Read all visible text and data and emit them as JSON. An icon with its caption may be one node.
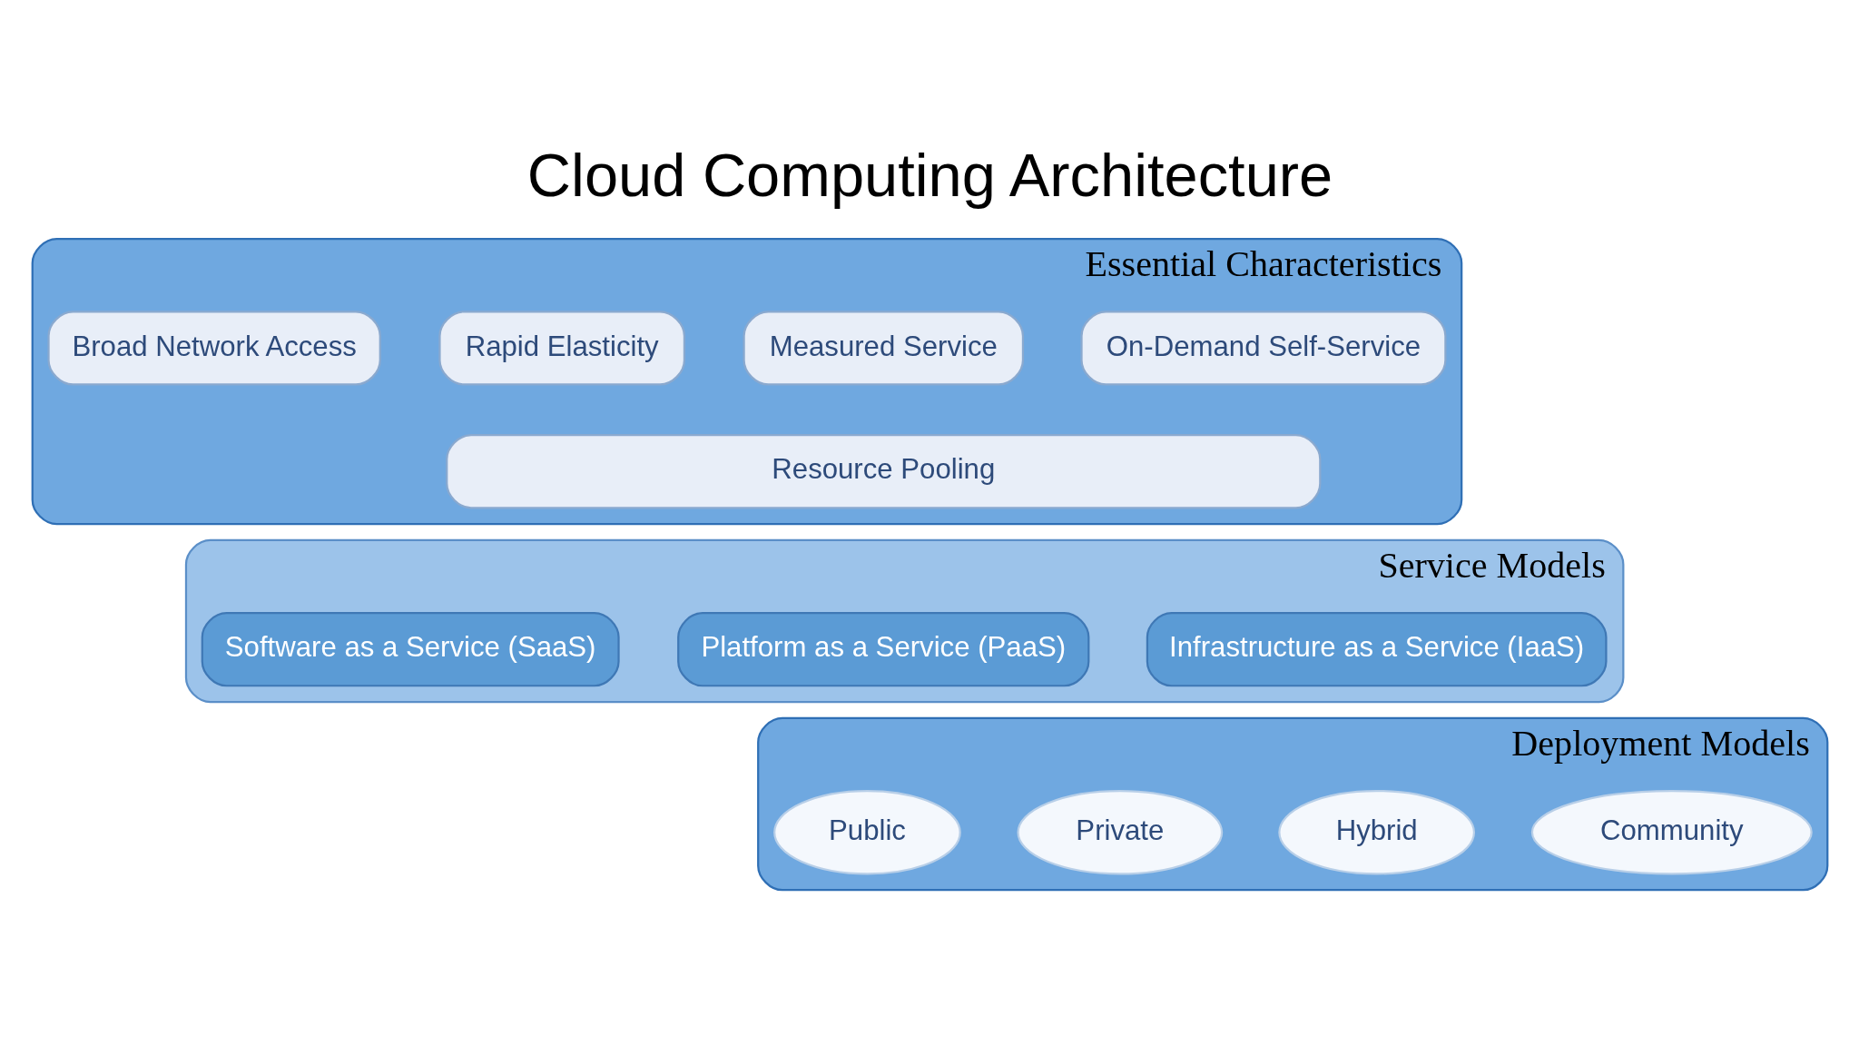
{
  "diagram": {
    "title": "Cloud Computing Architecture",
    "nodes": [
      {
        "text": [
          "Essential Characteristics"
        ]
      },
      {
        "text": [
          "Broad Network Access"
        ],
        "in": 0
      },
      {
        "text": [
          "Rapid Elasticity"
        ],
        "in": 0
      },
      {
        "text": [
          "Measured Service"
        ],
        "in": 0
      },
      {
        "text": [
          "On-Demand Self-Service"
        ],
        "in": 0
      },
      {
        "text": [
          "Resource Pooling"
        ],
        "in": 0
      },
      {
        "text": [
          "Service Models"
        ]
      },
      {
        "text": [
          "Software as a Service (SaaS)"
        ],
        "in": 6
      },
      {
        "text": [
          "Platform as a Service (PaaS)"
        ],
        "in": 6
      },
      {
        "text": [
          "Infrastructure as a Service (IaaS)"
        ],
        "in": 6
      },
      {
        "text": [
          "Deployment Models"
        ]
      },
      {
        "text": [
          "Public"
        ],
        "in": 10
      },
      {
        "text": [
          "Private"
        ],
        "in": 10
      },
      {
        "text": [
          "Hybrid"
        ],
        "in": 10
      },
      {
        "text": [
          "Community"
        ],
        "in": 10
      }
    ]
  }
}
